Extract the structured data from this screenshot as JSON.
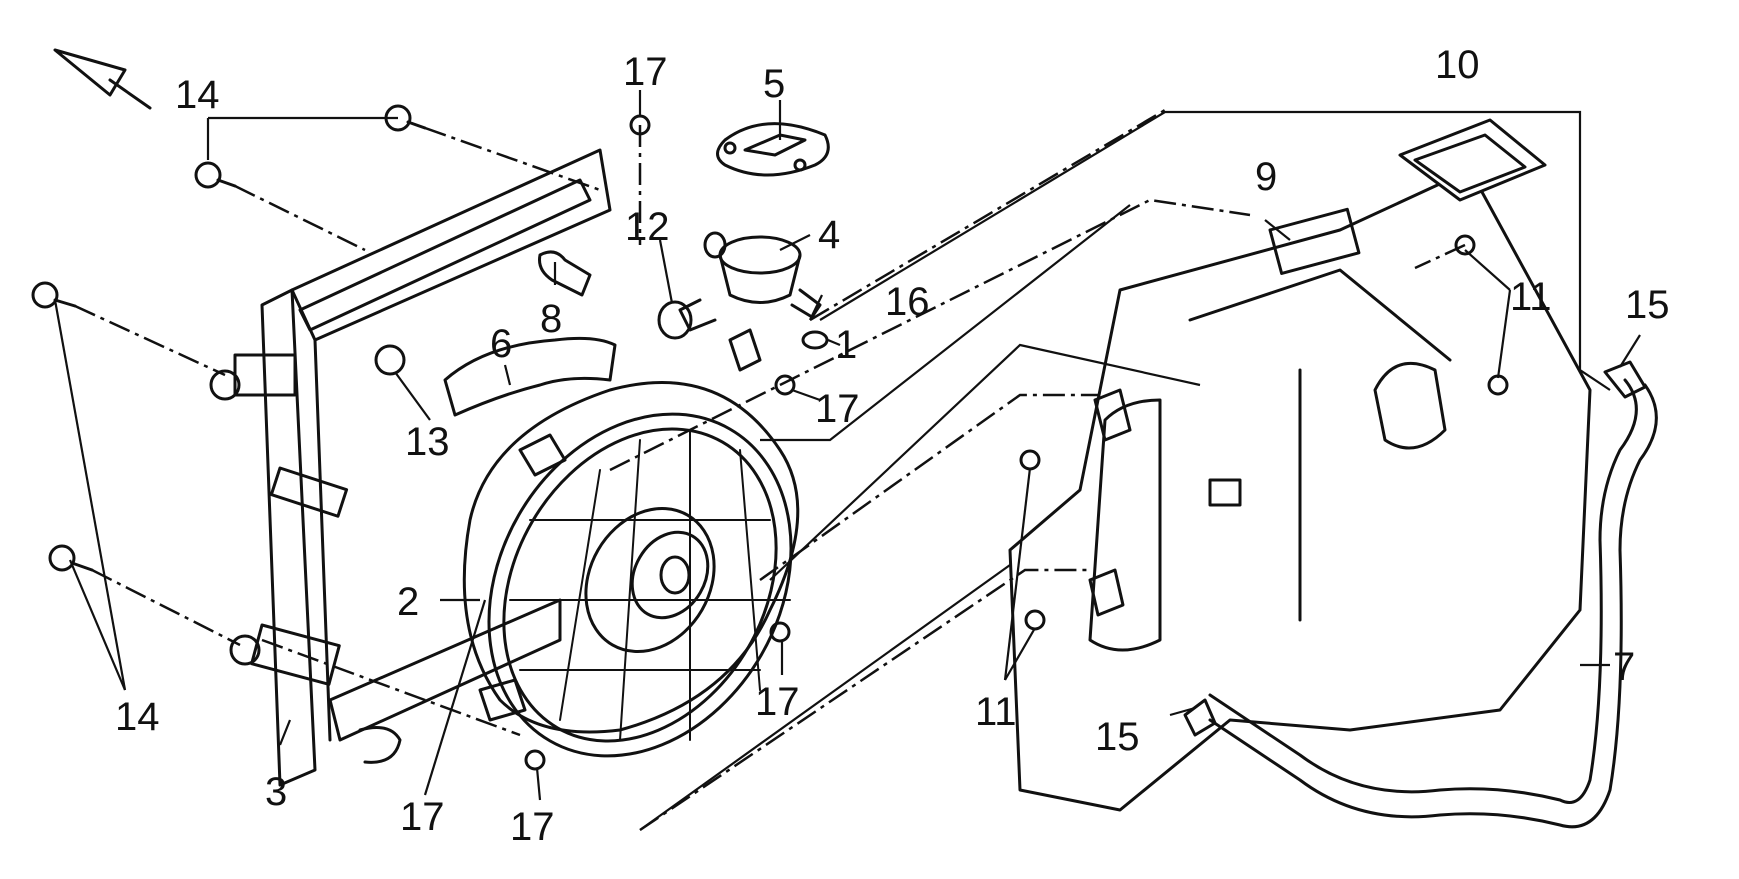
{
  "diagram": {
    "labels": {
      "l1": "1",
      "l2": "2",
      "l3": "3",
      "l4": "4",
      "l5": "5",
      "l6": "6",
      "l7": "7",
      "l8": "8",
      "l9": "9",
      "l10": "10",
      "l11a": "11",
      "l11b": "11",
      "l12": "12",
      "l13": "13",
      "l14a": "14",
      "l14b": "14",
      "l15a": "15",
      "l15b": "15",
      "l16": "16",
      "l17a": "17",
      "l17b": "17",
      "l17c": "17",
      "l17d": "17",
      "l17e": "17"
    }
  }
}
